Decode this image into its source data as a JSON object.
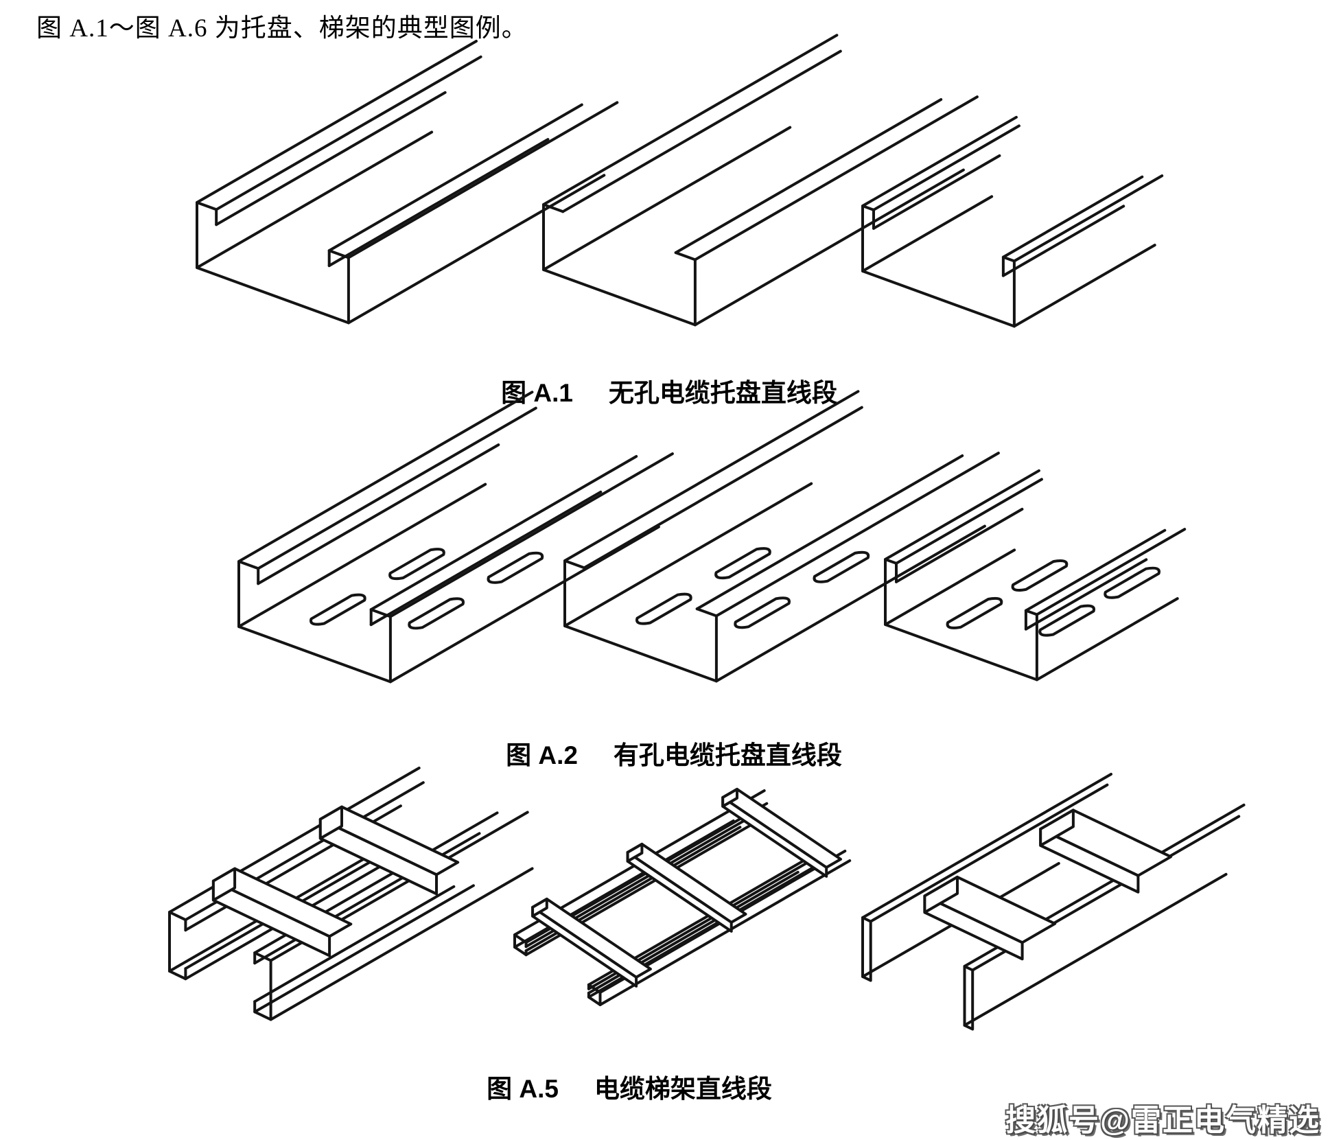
{
  "intro": {
    "text": "图 A.1～图 A.6 为托盘、梯架的典型图例。"
  },
  "figures": [
    {
      "id": "fig-a1",
      "label": "图 A.1",
      "title": "无孔电缆托盘直线段",
      "drawings": [
        "solid-tray-hooked-flange",
        "solid-tray-flat-flange",
        "solid-tray-hemmed-flange"
      ]
    },
    {
      "id": "fig-a2",
      "label": "图 A.2",
      "title": "有孔电缆托盘直线段",
      "drawings": [
        "perforated-tray-hooked-flange",
        "perforated-tray-flat-flange",
        "perforated-tray-hemmed-flange"
      ]
    },
    {
      "id": "fig-a5",
      "label": "图 A.5",
      "title": "电缆梯架直线段",
      "drawings": [
        "ladder-channel-rails",
        "ladder-plan-view",
        "ladder-plate-rails"
      ]
    }
  ],
  "watermark": {
    "text": "搜狐号@雷正电气精选"
  },
  "colors": {
    "line": "#141414",
    "background": "#ffffff",
    "text": "#000000",
    "watermark_fill": "#ffffff",
    "watermark_shadow": "#4a4a4a"
  }
}
